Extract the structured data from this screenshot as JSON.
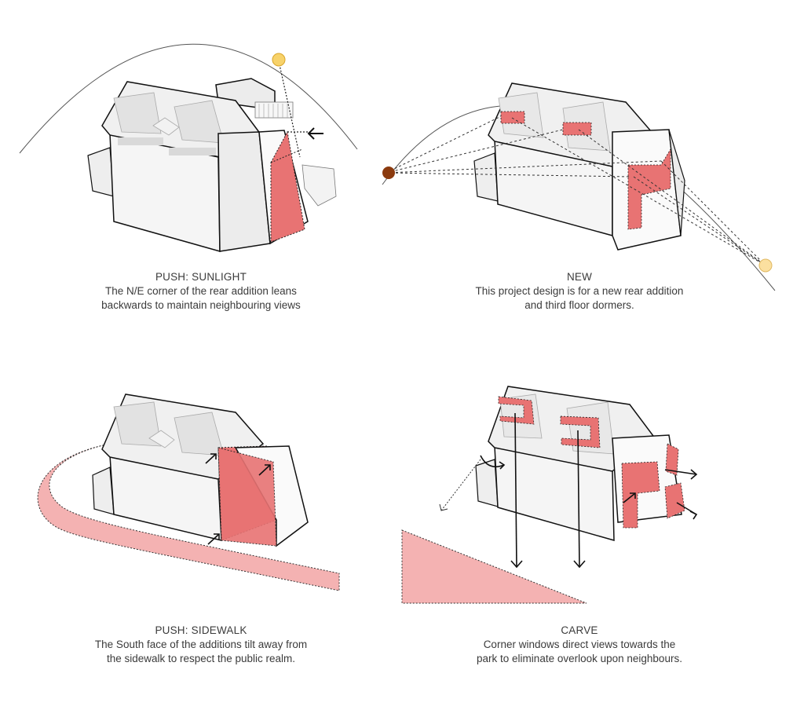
{
  "colors": {
    "accent_red": "#e87373",
    "accent_red_light": "#f4b2b2",
    "sun_yellow": "#f7d26a",
    "sun_pale": "#fbe0a0",
    "moon_brown": "#8b3a0e",
    "outline": "#111111",
    "building_face": "#f4f4f4",
    "building_shade": "#d8d8d8"
  },
  "panels": [
    {
      "id": "push-sunlight",
      "title": "PUSH: SUNLIGHT",
      "description_lines": [
        "The N/E corner of the rear addition leans",
        "backwards to maintain neighbouring views"
      ],
      "icons": [
        "sun-icon",
        "arrow-icon"
      ]
    },
    {
      "id": "new",
      "title": "NEW",
      "description_lines": [
        "This project design is for a new rear addition",
        "and third floor dormers."
      ],
      "icons": [
        "moon-icon",
        "sun-icon"
      ]
    },
    {
      "id": "push-sidewalk",
      "title": "PUSH: SIDEWALK",
      "description_lines": [
        "The South face of the additions tilt away from",
        "the sidewalk to respect the public realm."
      ],
      "icons": [
        "arrow-icon"
      ]
    },
    {
      "id": "carve",
      "title": "CARVE",
      "description_lines": [
        "Corner windows direct views towards the",
        "park to eliminate overlook upon neighbours."
      ],
      "icons": [
        "arrow-icon"
      ]
    }
  ]
}
